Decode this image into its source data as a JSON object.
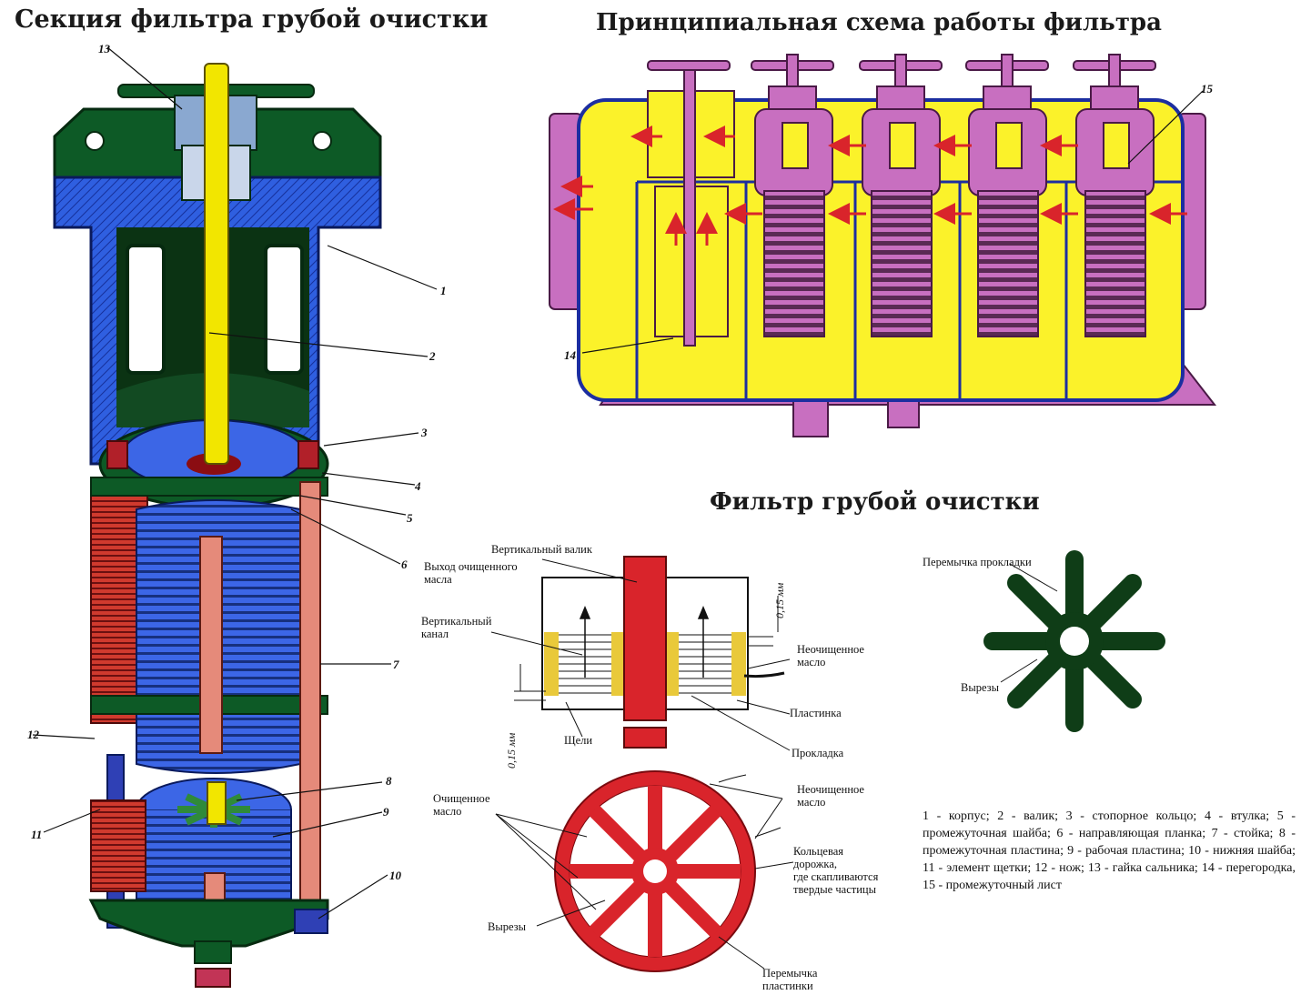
{
  "titles": {
    "section": "Секция фильтра грубой очистки",
    "scheme": "Принципиальная схема работы фильтра",
    "filter": "Фильтр грубой очистки"
  },
  "section_numbers": [
    "1",
    "2",
    "3",
    "4",
    "5",
    "6",
    "7",
    "8",
    "9",
    "10",
    "11",
    "12",
    "13"
  ],
  "scheme_numbers": [
    "15",
    "14"
  ],
  "detail_labels": {
    "shaft": "Вертикальный валик",
    "outlet_line1": "Выход очищенного",
    "outlet_line2": "масла",
    "channel_line1": "Вертикальный",
    "channel_line2": "канал",
    "gap_top": "0,15 мм",
    "gap_bottom": "0,15 мм",
    "unclean_line1": "Неочищенное",
    "unclean_line2": "масло",
    "plate": "Пластинка",
    "slots": "Щели",
    "gasket": "Прокладка"
  },
  "gasket_labels": {
    "bridge": "Перемычка прокладки",
    "cutouts": "Вырезы"
  },
  "plate_labels": {
    "clean_line1": "Очищенное",
    "clean_line2": "масло",
    "unclean_line1": "Неочищенное",
    "unclean_line2": "масло",
    "ring_line1": "Кольцевая",
    "ring_line2": "дорожка,",
    "ring_line3": "где скапливаются",
    "ring_line4": "твердые частицы",
    "cutouts": "Вырезы",
    "bridge_line1": "Перемычка",
    "bridge_line2": "пластинки"
  },
  "legend": "1 - корпус; 2 - валик; 3 - стопорное кольцо; 4 - втулка; 5 - промежуточная шайба; 6 - направляющая планка; 7 - стойка; 8 - промежуточная пластина; 9 - рабочая пластина; 10 - нижняя шайба; 11 - элемент щетки; 12 - нож; 13 - гайка сальника; 14 - перегородка, 15 - промежуточный лист",
  "colors": {
    "body_blue": "#2f5fe0",
    "dark_green": "#0d3d1a",
    "shaft_yellow": "#f2e600",
    "scheme_yellow": "#fbf22a",
    "magenta": "#c86fc0",
    "red": "#d9242b",
    "copper": "#e58a7a"
  }
}
